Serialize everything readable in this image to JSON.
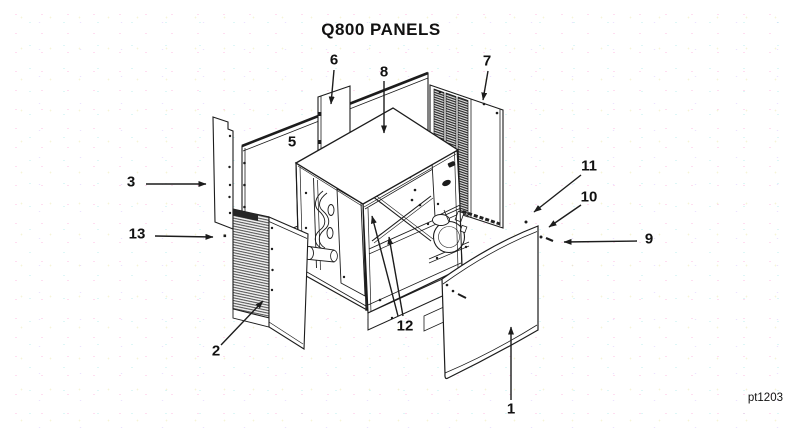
{
  "title": "Q800 PANELS",
  "figure_code": "pt1203",
  "colors": {
    "line": "#1c1c1c",
    "background": "#ffffff",
    "louver_dark": "#2e2e2e"
  },
  "callouts": [
    {
      "label": "1",
      "target": "front-panel"
    },
    {
      "label": "2",
      "target": "front-left-louvered-panel"
    },
    {
      "label": "3",
      "target": "left-side-panel"
    },
    {
      "label": "5",
      "target": "rear-panel"
    },
    {
      "label": "6",
      "target": "rear-panel-section"
    },
    {
      "label": "7",
      "target": "right-rear-louvered-panel"
    },
    {
      "label": "8",
      "target": "top-panel"
    },
    {
      "label": "9",
      "target": "screw"
    },
    {
      "label": "10",
      "target": "screw"
    },
    {
      "label": "11",
      "target": "screw"
    },
    {
      "label": "12",
      "target": "corner-brace"
    },
    {
      "label": "13",
      "target": "screw"
    }
  ]
}
